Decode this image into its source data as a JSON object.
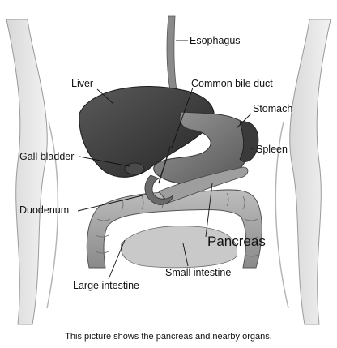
{
  "labels": {
    "esophagus": "Esophagus",
    "liver": "Liver",
    "common_bile_duct": "Common bile duct",
    "stomach": "Stomach",
    "gall_bladder": "Gall bladder",
    "spleen": "Spleen",
    "duodenum": "Duodenum",
    "pancreas": "Pancreas",
    "small_intestine": "Small intestine",
    "large_intestine": "Large intestine"
  },
  "caption": "This picture shows the pancreas and nearby organs."
}
